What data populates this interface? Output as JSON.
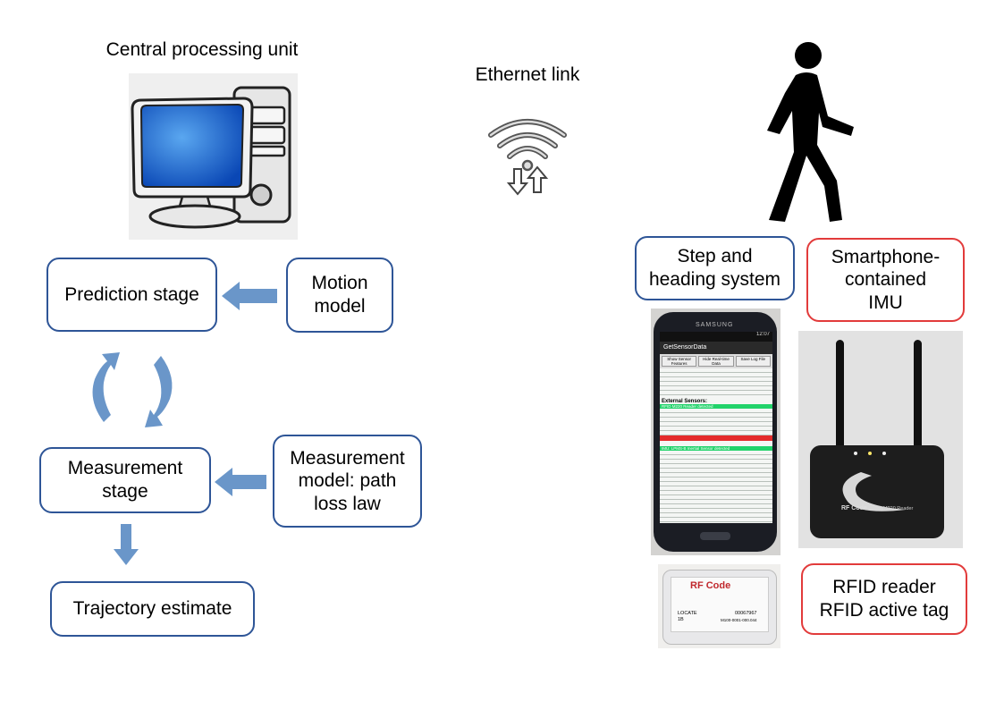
{
  "titles": {
    "cpu": "Central processing unit",
    "link": "Ethernet link"
  },
  "left_boxes": {
    "prediction": "Prediction stage",
    "motion": "Motion\nmodel",
    "measurement_stage": "Measurement\nstage",
    "measurement_model": "Measurement\nmodel: path\nloss law",
    "trajectory": "Trajectory estimate"
  },
  "right_boxes": {
    "step_heading": "Step and\nheading system",
    "imu": "Smartphone-\ncontained\nIMU",
    "rfid": "RFID reader\nRFID active tag"
  },
  "phone": {
    "brand": "SAMSUNG",
    "time": "12:07",
    "app": "GetSensorData",
    "buttons": [
      "Show Sensor Features",
      "Hide Real-time Data",
      "Save Log File"
    ],
    "header_ext": "External Sensors:",
    "green1": "RFID M220 Reader detected",
    "green2": "IMU: LPMS-B Inertial Sensor detected"
  },
  "reader": {
    "brand": "RF Code",
    "model": "M220 Reader"
  },
  "tag": {
    "brand": "RF Code",
    "lines": [
      "LOCATE",
      "1B"
    ],
    "serial": "00067967",
    "id": "M100-0001-000.044"
  },
  "colors": {
    "blue_border": "#2e5597",
    "red_border": "#e23b3b",
    "arrow_fill": "#6a96c9"
  }
}
